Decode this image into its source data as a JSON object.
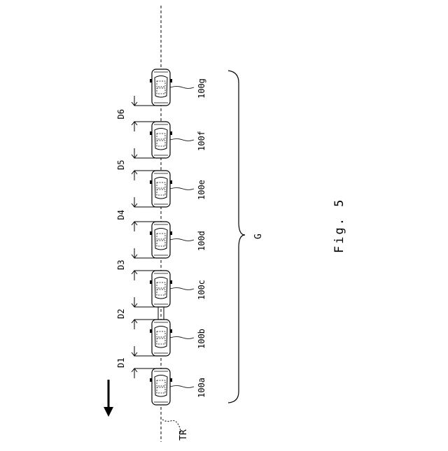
{
  "figure": {
    "caption": "Fig. 5",
    "group_label": "G",
    "track_label": "TR"
  },
  "vehicles": [
    {
      "label": "100a"
    },
    {
      "label": "100b"
    },
    {
      "label": "100c"
    },
    {
      "label": "100d"
    },
    {
      "label": "100e"
    },
    {
      "label": "100f"
    },
    {
      "label": "100g"
    }
  ],
  "gaps": [
    {
      "label": "D1"
    },
    {
      "label": "D2"
    },
    {
      "label": "D3"
    },
    {
      "label": "D4"
    },
    {
      "label": "D5"
    },
    {
      "label": "D6"
    }
  ],
  "colors": {
    "ink": "#000000",
    "paper": "#ffffff"
  }
}
